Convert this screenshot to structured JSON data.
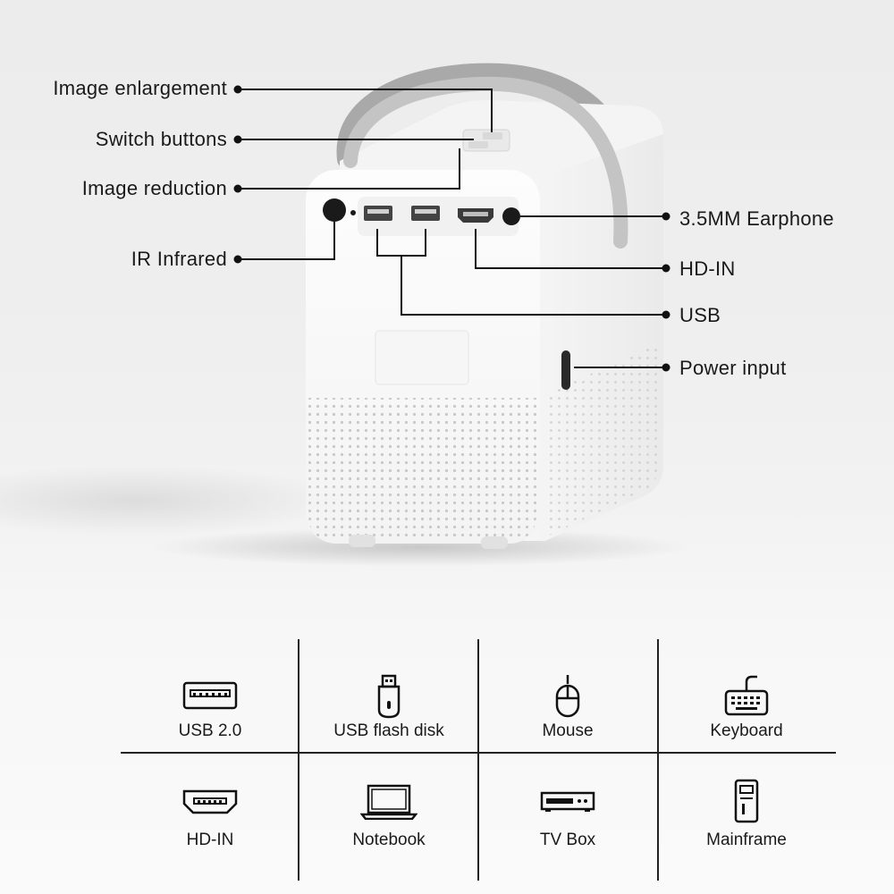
{
  "callouts": {
    "image_enlargement": "Image enlargement",
    "switch_buttons": "Switch buttons",
    "image_reduction": "Image reduction",
    "ir_infrared": "IR Infrared",
    "earphone": "3.5MM Earphone",
    "hd_in": "HD-IN",
    "usb": "USB",
    "power_input": "Power input"
  },
  "compatibility": [
    {
      "label": "USB 2.0",
      "icon": "usb-port-icon"
    },
    {
      "label": "USB flash disk",
      "icon": "usb-flash-disk-icon"
    },
    {
      "label": "Mouse",
      "icon": "mouse-icon"
    },
    {
      "label": "Keyboard",
      "icon": "keyboard-icon"
    },
    {
      "label": "HD-IN",
      "icon": "hdmi-port-icon"
    },
    {
      "label": "Notebook",
      "icon": "notebook-icon"
    },
    {
      "label": "TV Box",
      "icon": "tv-box-icon"
    },
    {
      "label": "Mainframe",
      "icon": "mainframe-icon"
    }
  ],
  "colors": {
    "line": "#111111",
    "device_body": "#fafafa",
    "handle": "#bdbdbd"
  }
}
